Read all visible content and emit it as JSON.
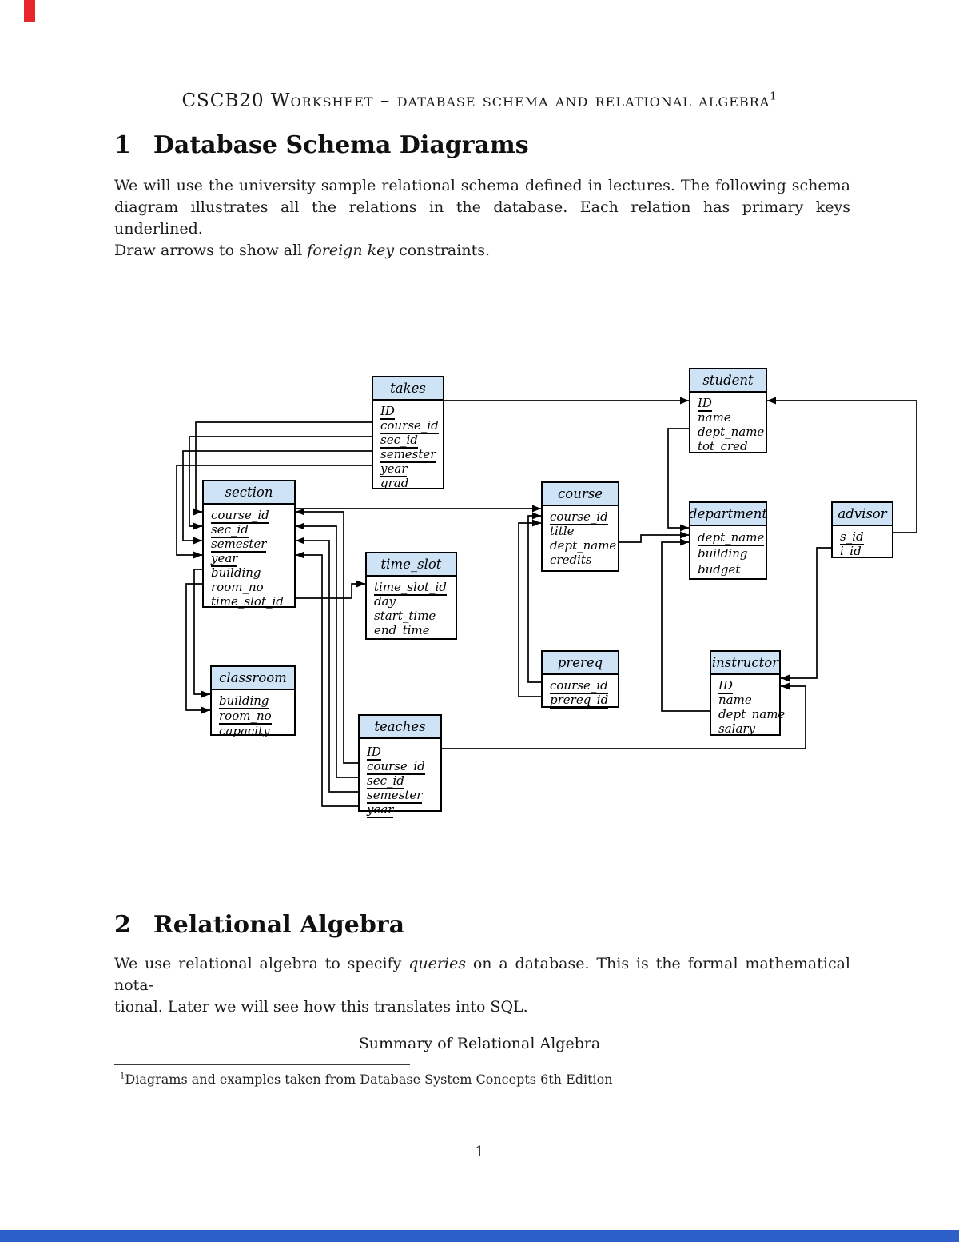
{
  "header": {
    "title": "CSCB20 Worksheet – database schema and relational algebra",
    "title_marker": "1"
  },
  "sections": [
    {
      "number": "1",
      "title": "Database Schema Diagrams"
    },
    {
      "number": "2",
      "title": "Relational Algebra"
    }
  ],
  "paragraphs": {
    "p1": {
      "lines": [
        {
          "just": true,
          "segs": [
            [
              "We will use the university sample relational schema defined in lectures.  The following schema",
              false
            ]
          ]
        },
        {
          "just": true,
          "segs": [
            [
              "diagram illustrates all the relations in the database.  Each relation has primary keys underlined.",
              false
            ]
          ]
        },
        {
          "just": false,
          "segs": [
            [
              "Draw arrows to show all ",
              false
            ],
            [
              "foreign key",
              true
            ],
            [
              " constraints.",
              false
            ]
          ]
        }
      ]
    },
    "p2": {
      "lines": [
        {
          "just": true,
          "segs": [
            [
              "We use relational algebra to specify ",
              false
            ],
            [
              "queries",
              true
            ],
            [
              " on a database. This is the formal mathematical nota-",
              false
            ]
          ]
        },
        {
          "just": false,
          "segs": [
            [
              "tional. Later we will see how this translates into SQL.",
              false
            ]
          ]
        }
      ]
    }
  },
  "summary_caption": "Summary of Relational Algebra",
  "footnote": {
    "marker": "1",
    "text": "Diagrams and examples taken from Database System Concepts 6th Edition"
  },
  "page_number": "1",
  "colors": {
    "table_header_fill": "#cfe3f7",
    "badge_red": "#e8252b",
    "footer_blue": "#2d5fc9"
  },
  "diagram": {
    "tables": [
      {
        "name": "takes",
        "attrs": [
          {
            "n": "ID",
            "pk": true
          },
          {
            "n": "course_id",
            "pk": true
          },
          {
            "n": "sec_id",
            "pk": true
          },
          {
            "n": "semester",
            "pk": true
          },
          {
            "n": "year",
            "pk": true
          },
          {
            "n": "grad",
            "pk": false
          }
        ]
      },
      {
        "name": "student",
        "attrs": [
          {
            "n": "ID",
            "pk": true
          },
          {
            "n": "name",
            "pk": false
          },
          {
            "n": "dept_name",
            "pk": false
          },
          {
            "n": "tot_cred",
            "pk": false
          }
        ]
      },
      {
        "name": "section",
        "attrs": [
          {
            "n": "course_id",
            "pk": true
          },
          {
            "n": "sec_id",
            "pk": true
          },
          {
            "n": "semester",
            "pk": true
          },
          {
            "n": "year",
            "pk": true
          },
          {
            "n": "building",
            "pk": false
          },
          {
            "n": "room_no",
            "pk": false
          },
          {
            "n": "time_slot_id",
            "pk": false
          }
        ]
      },
      {
        "name": "course",
        "attrs": [
          {
            "n": "course_id",
            "pk": true
          },
          {
            "n": "title",
            "pk": false
          },
          {
            "n": "dept_name",
            "pk": false
          },
          {
            "n": "credits",
            "pk": false
          }
        ]
      },
      {
        "name": "department",
        "attrs": [
          {
            "n": "dept_name",
            "pk": true
          },
          {
            "n": "building",
            "pk": false
          },
          {
            "n": "budget",
            "pk": false
          }
        ]
      },
      {
        "name": "advisor",
        "attrs": [
          {
            "n": "s_id",
            "pk": true
          },
          {
            "n": "i_id",
            "pk": false
          }
        ]
      },
      {
        "name": "time_slot",
        "attrs": [
          {
            "n": "time_slot_id",
            "pk": true
          },
          {
            "n": "day",
            "pk": false
          },
          {
            "n": "start_time",
            "pk": false
          },
          {
            "n": "end_time",
            "pk": false
          }
        ]
      },
      {
        "name": "prereq",
        "attrs": [
          {
            "n": "course_id",
            "pk": true
          },
          {
            "n": "prereq_id",
            "pk": true
          }
        ]
      },
      {
        "name": "instructor",
        "attrs": [
          {
            "n": "ID",
            "pk": true
          },
          {
            "n": "name",
            "pk": false
          },
          {
            "n": "dept_name",
            "pk": false
          },
          {
            "n": "salary",
            "pk": false
          }
        ]
      },
      {
        "name": "classroom",
        "attrs": [
          {
            "n": "building",
            "pk": true
          },
          {
            "n": "room_no",
            "pk": true
          },
          {
            "n": "capacity",
            "pk": false
          }
        ]
      },
      {
        "name": "teaches",
        "attrs": [
          {
            "n": "ID",
            "pk": true
          },
          {
            "n": "course_id",
            "pk": true
          },
          {
            "n": "sec_id",
            "pk": true
          },
          {
            "n": "semester",
            "pk": true
          },
          {
            "n": "year",
            "pk": true
          }
        ]
      }
    ]
  }
}
